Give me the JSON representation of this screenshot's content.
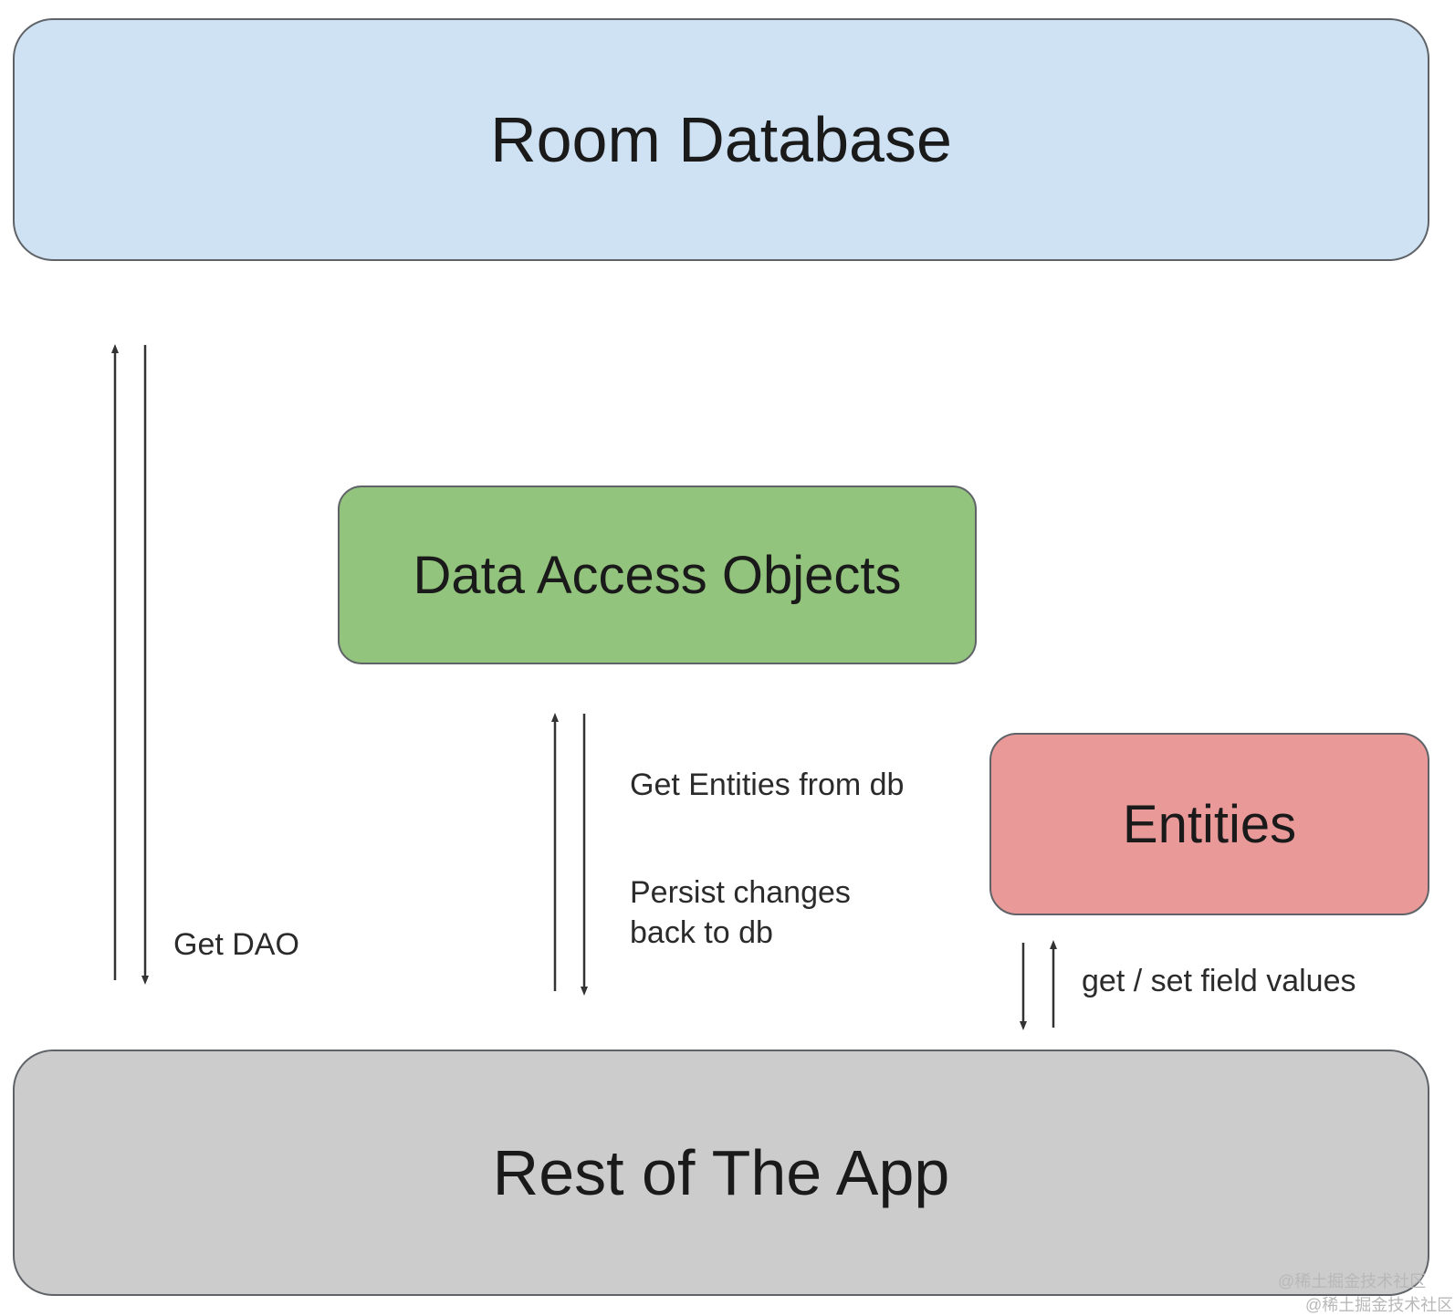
{
  "nodes": {
    "room_database": {
      "label": "Room Database",
      "color": "#cfe2f3"
    },
    "dao": {
      "label": "Data Access Objects",
      "color": "#93c47d"
    },
    "entities": {
      "label": "Entities",
      "color": "#ea9999"
    },
    "rest_of_app": {
      "label": "Rest of The App",
      "color": "#cccccc"
    }
  },
  "edges": {
    "get_dao": {
      "label": "Get DAO"
    },
    "get_entities": {
      "label": "Get Entities from db"
    },
    "persist_changes": {
      "line1": "Persist changes",
      "line2": "back to db"
    },
    "field_values": {
      "label": "get / set field values"
    }
  },
  "watermark": "@稀土掘金技术社区",
  "stroke_color": "#333333"
}
